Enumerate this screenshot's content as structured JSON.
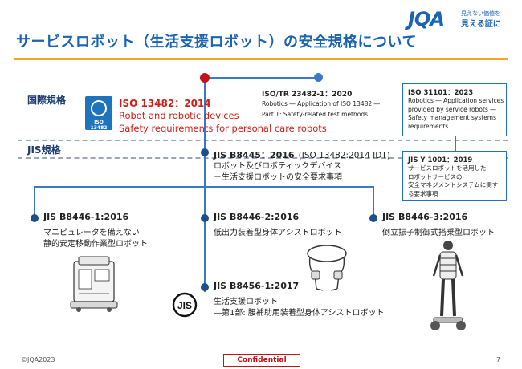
{
  "header": {
    "title": "サービスロボット（生活支援ロボット）の安全規格について",
    "logo": "JQA",
    "tagline_1": "見えない価値を",
    "tagline_2": "見える証に"
  },
  "rows": {
    "international": "国際規格",
    "jis": "JIS規格"
  },
  "iso_logo_text": "ISO 13482",
  "iso13482": {
    "code": "ISO 13482：2014",
    "line1": "Robot and robotic devices –",
    "line2": "Safety requirements for personal care robots"
  },
  "iso_tr": {
    "code": "ISO/TR 23482-1：2020",
    "line1": "Robotics ― Application of ISO 13482 ―",
    "line2": "Part 1:   Safety-related test methods"
  },
  "iso31101": {
    "code": "ISO 31101：2023",
    "line1": "Robotics ― Application services",
    "line2": "provided by service robots ―",
    "line3": "Safety management systems",
    "line4": "requirements"
  },
  "jisy1001": {
    "code": "JIS Y 1001：2019",
    "line1": "サービスロボットを活用した",
    "line2": "ロボットサービスの",
    "line3": "安全マネジメントシステムに関す",
    "line4": "る要求事項"
  },
  "jisb8445": {
    "code": "JIS B8445：2016",
    "idt": "(ISO 13482:2014 IDT)",
    "line1": "ロボット及びロボティックデバイス",
    "line2": "－生活支援ロボットの安全要求事項"
  },
  "jisb8446_1": {
    "code": "JIS B8446-1:2016",
    "line1": "マニピュレータを備えない",
    "line2": "静的安定移動作業型ロボット"
  },
  "jisb8446_2": {
    "code": "JIS B8446-2:2016",
    "line1": "低出力装着型身体アシストロボット"
  },
  "jisb8446_3": {
    "code": "JIS B8446-3:2016",
    "line1": "倒立振子制御式搭乗型ロボット"
  },
  "jisb8456_1": {
    "code": "JIS B8456-1:2017",
    "line1": "生活支援ロボット",
    "line2": "―第1部: 腰補助用装着型身体アシストロボット"
  },
  "jis_mark": "JIS",
  "footer": {
    "copyright": "©JQA2023",
    "confidential": "Confidential",
    "page": "7"
  },
  "colors": {
    "accent_blue": "#1a64b4",
    "rule_orange": "#f2a623",
    "red": "#d0201a"
  }
}
